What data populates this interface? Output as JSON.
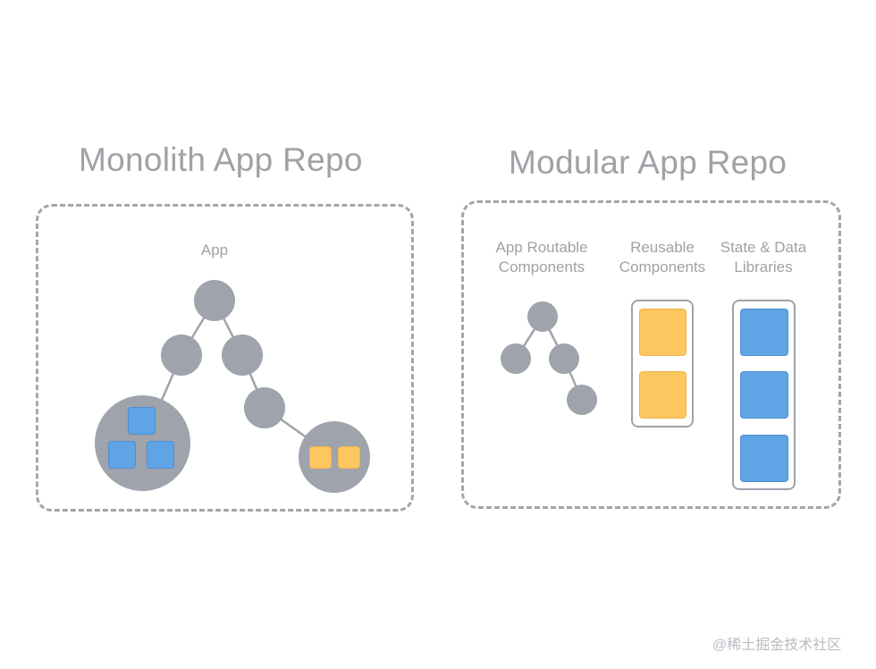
{
  "monolith": {
    "title": "Monolith App Repo",
    "app_label": "App"
  },
  "modular": {
    "title": "Modular App Repo",
    "routable_label_line1": "App Routable",
    "routable_label_line2": "Components",
    "reusable_label_line1": "Reusable",
    "reusable_label_line2": "Components",
    "state_label_line1": "State & Data",
    "state_label_line2": "Libraries"
  },
  "watermark": "@稀土掘金技术社区",
  "colors": {
    "node": "#9ea3ac",
    "edge": "#9ea3ac",
    "blue_block": "#5fa5e6",
    "yellow_block": "#fcc660",
    "frame_dash": "#a3a5a9",
    "title_text": "#9fa1a6"
  }
}
